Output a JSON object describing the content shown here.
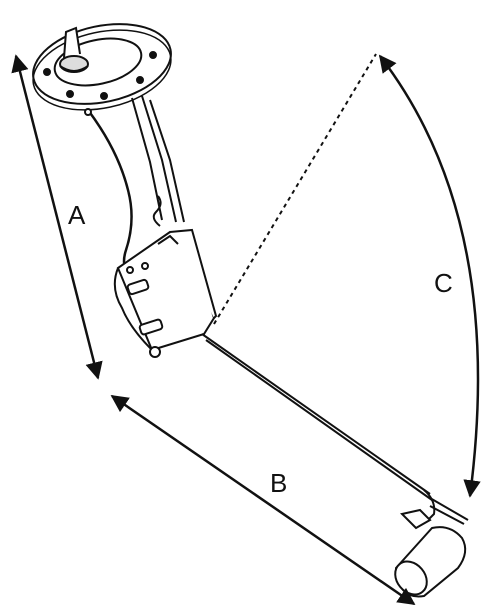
{
  "labels": {
    "a": "A",
    "b": "B",
    "c": "C"
  },
  "colors": {
    "ink": "#111111",
    "background": "#ffffff"
  },
  "icons": [
    "fuel-sending-unit-icon",
    "fuel-float-icon",
    "mounting-flange-icon"
  ]
}
